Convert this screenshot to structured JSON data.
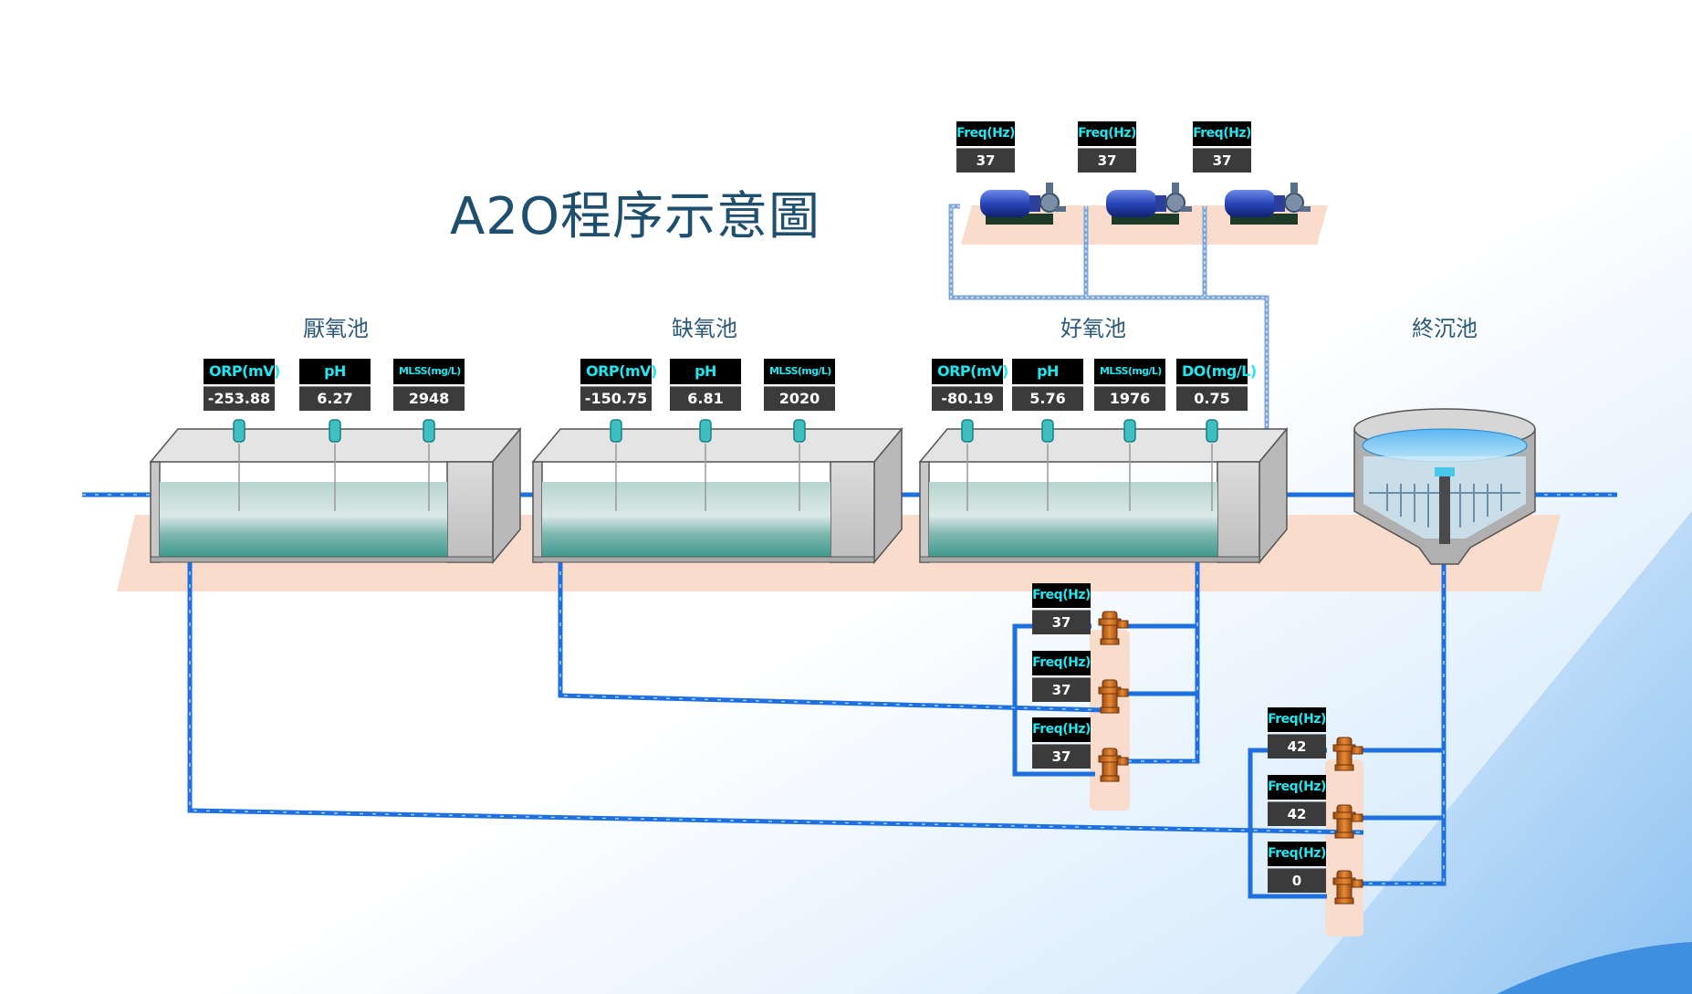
{
  "title": "A2O程序示意圖",
  "tanks": [
    {
      "label": "厭氧池",
      "sensors": [
        {
          "label": "ORP(mV)",
          "value": "-253.88"
        },
        {
          "label": "pH",
          "value": "6.27"
        },
        {
          "label": "MLSS(mg/L)",
          "value": "2948"
        }
      ]
    },
    {
      "label": "缺氧池",
      "sensors": [
        {
          "label": "ORP(mV)",
          "value": "-150.75"
        },
        {
          "label": "pH",
          "value": "6.81"
        },
        {
          "label": "MLSS(mg/L)",
          "value": "2020"
        }
      ]
    },
    {
      "label": "好氧池",
      "sensors": [
        {
          "label": "ORP(mV)",
          "value": "-80.19"
        },
        {
          "label": "pH",
          "value": "5.76"
        },
        {
          "label": "MLSS(mg/L)",
          "value": "1976"
        },
        {
          "label": "DO(mg/L)",
          "value": "0.75"
        }
      ]
    },
    {
      "label": "終沉池"
    }
  ],
  "blowers": [
    {
      "label": "Freq(Hz)",
      "value": "37"
    },
    {
      "label": "Freq(Hz)",
      "value": "37"
    },
    {
      "label": "Freq(Hz)",
      "value": "37"
    }
  ],
  "internal_pumps": [
    {
      "label": "Freq(Hz)",
      "value": "37"
    },
    {
      "label": "Freq(Hz)",
      "value": "37"
    },
    {
      "label": "Freq(Hz)",
      "value": "37"
    }
  ],
  "sludge_pumps": [
    {
      "label": "Freq(Hz)",
      "value": "42"
    },
    {
      "label": "Freq(Hz)",
      "value": "42"
    },
    {
      "label": "Freq(Hz)",
      "value": "0"
    }
  ],
  "colors": {
    "pipe": "#1e6fe0",
    "water": "#3f9a8f",
    "platform": "#f9dccb",
    "pump": "#c8691e",
    "title": "#1e4f6e"
  }
}
